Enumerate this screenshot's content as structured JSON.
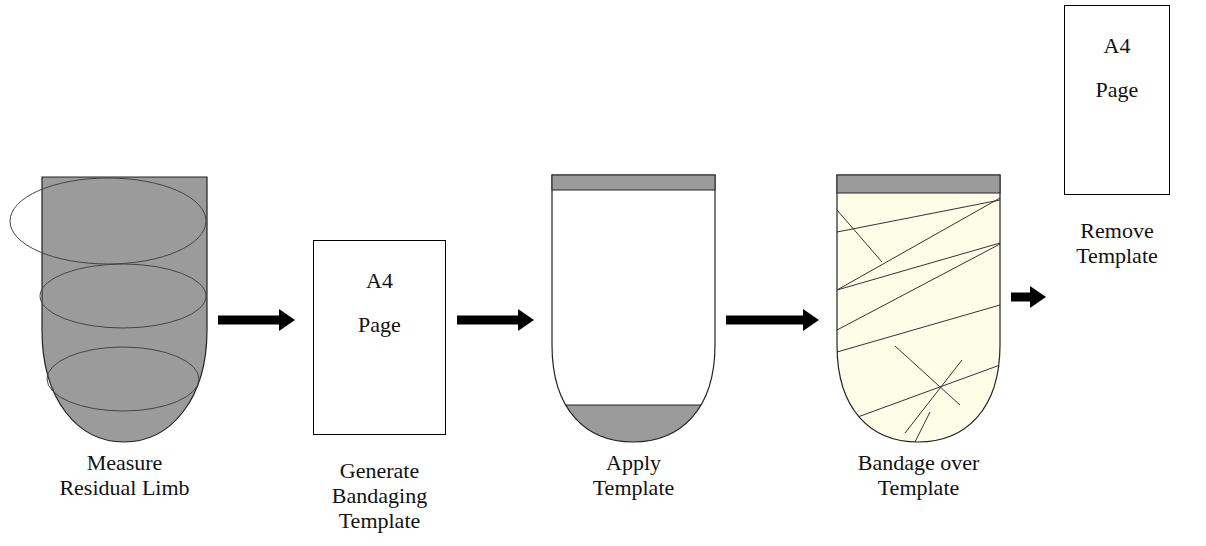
{
  "diagram": {
    "nodes": [
      {
        "text": [
          "Measure Residual Limb"
        ]
      },
      {
        "text": [
          "A4 Page",
          "Generate Bandaging Template"
        ]
      },
      {
        "text": [
          "Apply Template"
        ]
      },
      {
        "text": [
          "Bandage over Template"
        ]
      },
      {
        "text": [
          "A4 Page",
          "Remove Template"
        ]
      }
    ],
    "edges": [
      {
        "from": 0,
        "to": 1,
        "arrow": "to"
      },
      {
        "from": 1,
        "to": 2,
        "arrow": "to"
      },
      {
        "from": 2,
        "to": 3,
        "arrow": "to"
      },
      {
        "from": 3,
        "to": 4,
        "arrow": "to"
      }
    ]
  }
}
